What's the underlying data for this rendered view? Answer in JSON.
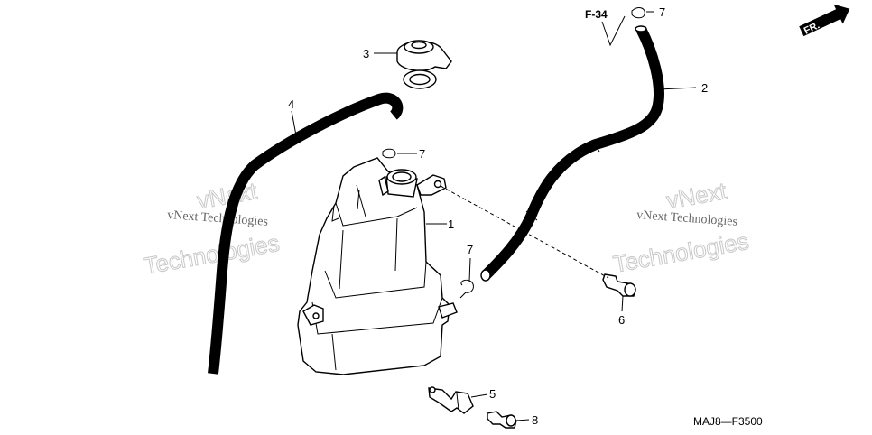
{
  "diagram": {
    "callouts": [
      "1",
      "2",
      "3",
      "4",
      "5",
      "6",
      "7",
      "7",
      "7",
      "8"
    ],
    "ref_label": "F-34",
    "front_label": "FR.",
    "drawing_code": "MAJ8—F3500",
    "watermark_line": "vNext Technologies",
    "watermark_word_top": "vNext",
    "watermark_word_bottom": "Technologies"
  }
}
